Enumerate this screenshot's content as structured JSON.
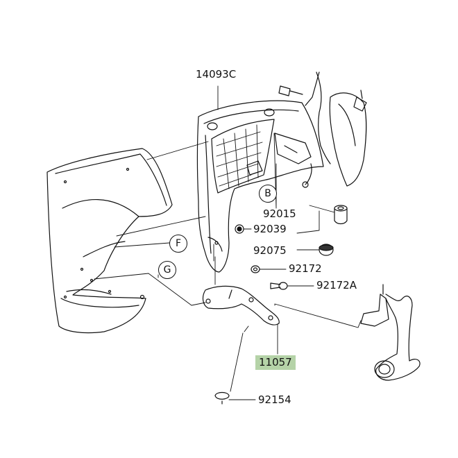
{
  "labels": {
    "l14093c": "14093C",
    "l92015": "92015",
    "l92039": "92039",
    "l92075": "92075",
    "l92172": "92172",
    "l92172a": "92172A",
    "l11057": "11057",
    "l92154": "92154"
  },
  "callouts": {
    "b": "B",
    "f": "F",
    "g": "G"
  },
  "colors": {
    "line": "#111111",
    "highlight": "#b5d3a8",
    "background": "#ffffff"
  }
}
